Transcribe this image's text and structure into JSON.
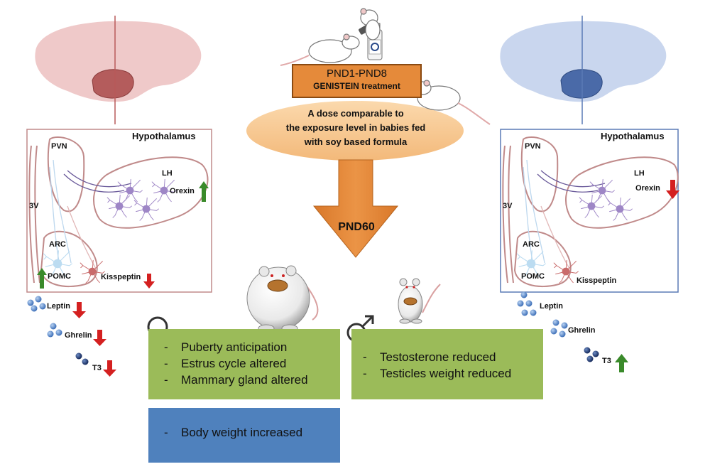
{
  "treatment": {
    "range": "PND1-PND8",
    "name": "GENISTEIN treatment",
    "dose_lines": [
      "A dose comparable to",
      "the exposure level in babies fed",
      "with soy based formula"
    ],
    "endpoint": "PND60"
  },
  "hypothalamus_female": {
    "title": "Hypothalamus",
    "pvn": "PVN",
    "lh": "LH",
    "third_ventricle": "3V",
    "arc": "ARC",
    "pomc": "POMC",
    "orexin": "Orexin",
    "kisspeptin": "Kisspeptin"
  },
  "hypothalamus_male": {
    "title": "Hypothalamus",
    "pvn": "PVN",
    "lh": "LH",
    "third_ventricle": "3V",
    "arc": "ARC",
    "pomc": "POMC",
    "orexin": "Orexin",
    "kisspeptin": "Kisspeptin"
  },
  "hormones_female": [
    {
      "name": "Leptin",
      "change": "down"
    },
    {
      "name": "Ghrelin",
      "change": "down"
    },
    {
      "name": "T3",
      "change": "down"
    }
  ],
  "hormones_male": [
    {
      "name": "Leptin",
      "change": "none"
    },
    {
      "name": "Ghrelin",
      "change": "none"
    },
    {
      "name": "T3",
      "change": "up"
    }
  ],
  "neuron_changes_female": {
    "orexin": "up",
    "pomc": "up",
    "kisspeptin": "down"
  },
  "neuron_changes_male": {
    "orexin": "down"
  },
  "female_effects": [
    "Puberty anticipation",
    "Estrus cycle altered",
    "Mammary gland altered"
  ],
  "female_weight_effect": "Body weight increased",
  "male_effects": [
    "Testosterone reduced",
    "Testicles weight reduced"
  ],
  "colors": {
    "female_theme": "#c08a8a",
    "male_theme": "#5a7ab5",
    "effects_box": "#9bbb59",
    "weight_box": "#4f81bd",
    "arrow_orange": "#e58a3a",
    "ellipse_fill": "#f9cf9d",
    "up_arrow": "#3a8a2a",
    "down_arrow": "#d42020",
    "neuron_purple": "#a78bc9",
    "neuron_pink": "#c97070",
    "neuron_blue": "#a8cfe8",
    "dot_light_blue": "#5b8fd1",
    "dot_dark_blue": "#1f3e7a"
  },
  "icons": [
    "female-symbol-icon",
    "male-symbol-icon",
    "rat-icon",
    "brain-icon",
    "bottle-icon"
  ]
}
